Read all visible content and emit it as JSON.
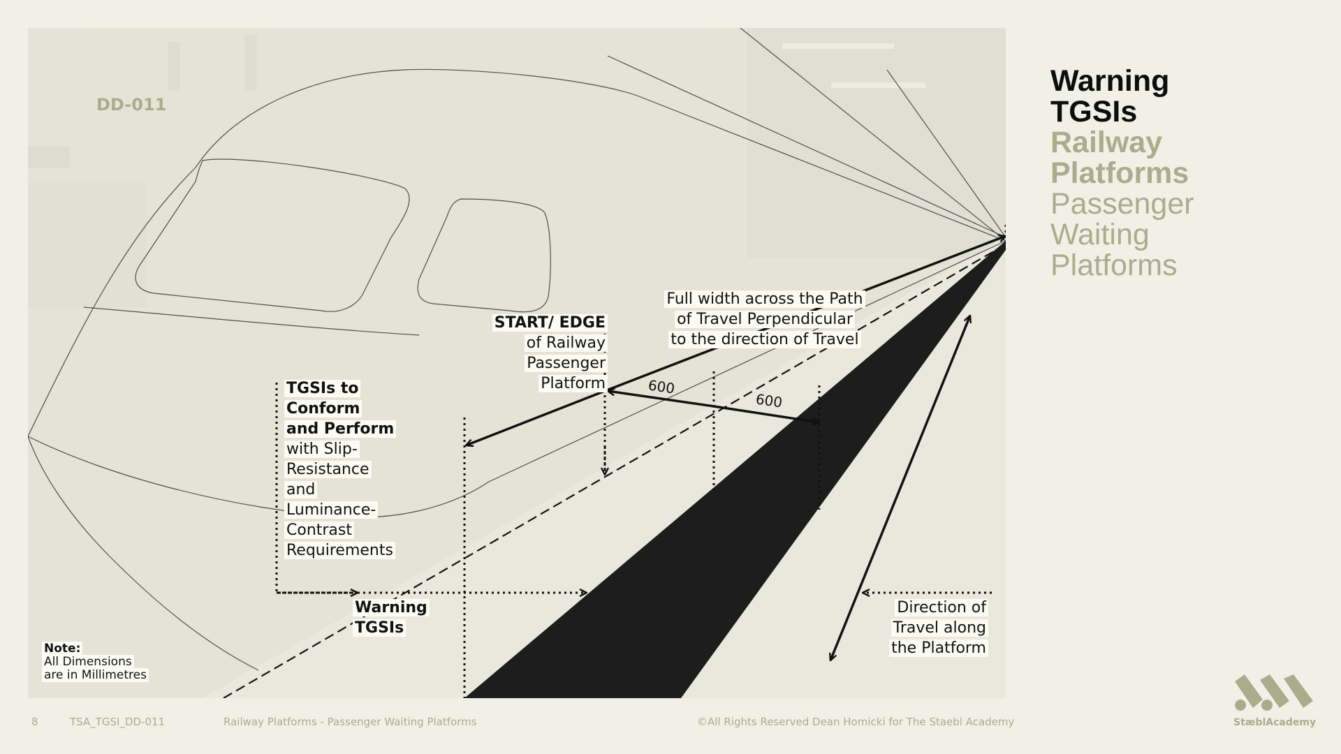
{
  "drawing_code": "DD-011",
  "title": {
    "line1": "Warning",
    "line2": "TGSIs",
    "line3": "Railway",
    "line4": "Platforms",
    "line5": "Passenger",
    "line6": "Waiting",
    "line7": "Platforms"
  },
  "labels": {
    "start_edge": [
      "START/ EDGE",
      "of Railway",
      "Passenger",
      "Platform"
    ],
    "full_width": [
      "Full width across the Path",
      "of Travel Perpendicular",
      "to the direction of Travel"
    ],
    "conform": [
      "TGSIs to",
      "Conform",
      "and Perform",
      "with Slip-",
      "Resistance",
      "and",
      "Luminance-",
      "Contrast",
      "Requirements"
    ],
    "warning": [
      "Warning",
      "TGSIs"
    ],
    "direction": [
      "Direction of",
      "Travel along",
      "the Platform"
    ],
    "dim1": "600",
    "dim2": "600"
  },
  "note": {
    "heading": "Note:",
    "line1": "All Dimensions",
    "line2": "are in Millimetres"
  },
  "footer": {
    "page": "8",
    "doc_code": "TSA_TGSI_DD-011",
    "subject": "Railway Platforms - Passenger Waiting Platforms",
    "copyright": "©All Rights Reserved Dean Homicki for The Staebl Academy"
  },
  "brand": "StæblAcademy",
  "colors": {
    "page_bg": "#f1f0e6",
    "panel_bg": "#e6e5d9",
    "accent": "#a9ad8c",
    "tgsi_strip": "#1d1d1d"
  }
}
